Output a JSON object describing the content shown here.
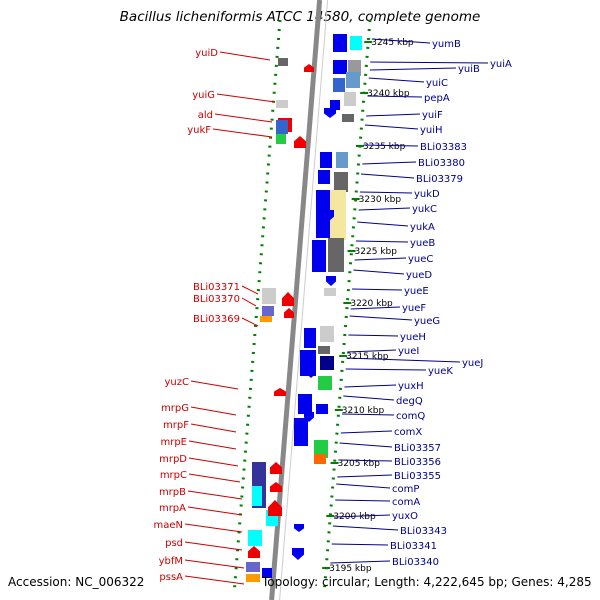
{
  "title": "Bacillus licheniformis ATCC 14580, complete genome",
  "footer": {
    "accession": "Accession: NC_006322",
    "summary": "Topology: circular; Length: 4,222,645 bp; Genes: 4,285"
  },
  "colors": {
    "forward_gene": "#0000ee",
    "reverse_gene": "#ee0000",
    "right_label": "#00008b",
    "left_label": "#cc0000",
    "tick_dots": "#008000",
    "backbone": "#888888"
  },
  "chart_data": {
    "type": "genome-map",
    "kbp_ticks": [
      "3245 kbp",
      "3240 kbp",
      "3235 kbp",
      "3230 kbp",
      "3225 kbp",
      "3220 kbp",
      "3215 kbp",
      "3210 kbp",
      "3205 kbp",
      "3200 kbp",
      "3195 kbp"
    ],
    "right_genes": [
      "yumB",
      "yuiA",
      "yuiB",
      "yuiC",
      "pepA",
      "yuiF",
      "yuiH",
      "BLi03383",
      "BLi03380",
      "BLi03379",
      "yukD",
      "yukC",
      "yukA",
      "yueB",
      "yueC",
      "yueD",
      "yueE",
      "yueF",
      "yueG",
      "yueH",
      "yueI",
      "yueJ",
      "yueK",
      "yuxH",
      "degQ",
      "comQ",
      "comX",
      "BLi03357",
      "BLi03356",
      "BLi03355",
      "comP",
      "comA",
      "yuxO",
      "BLi03343",
      "BLi03341",
      "BLi03340"
    ],
    "left_genes": [
      "yuiD",
      "yuiG",
      "ald",
      "yukF",
      "BLi03371",
      "BLi03370",
      "BLi03369",
      "yuzC",
      "mrpG",
      "mrpF",
      "mrpE",
      "mrpD",
      "mrpC",
      "mrpB",
      "mrpA",
      "maeN",
      "psd",
      "ybfM",
      "pssA"
    ]
  }
}
